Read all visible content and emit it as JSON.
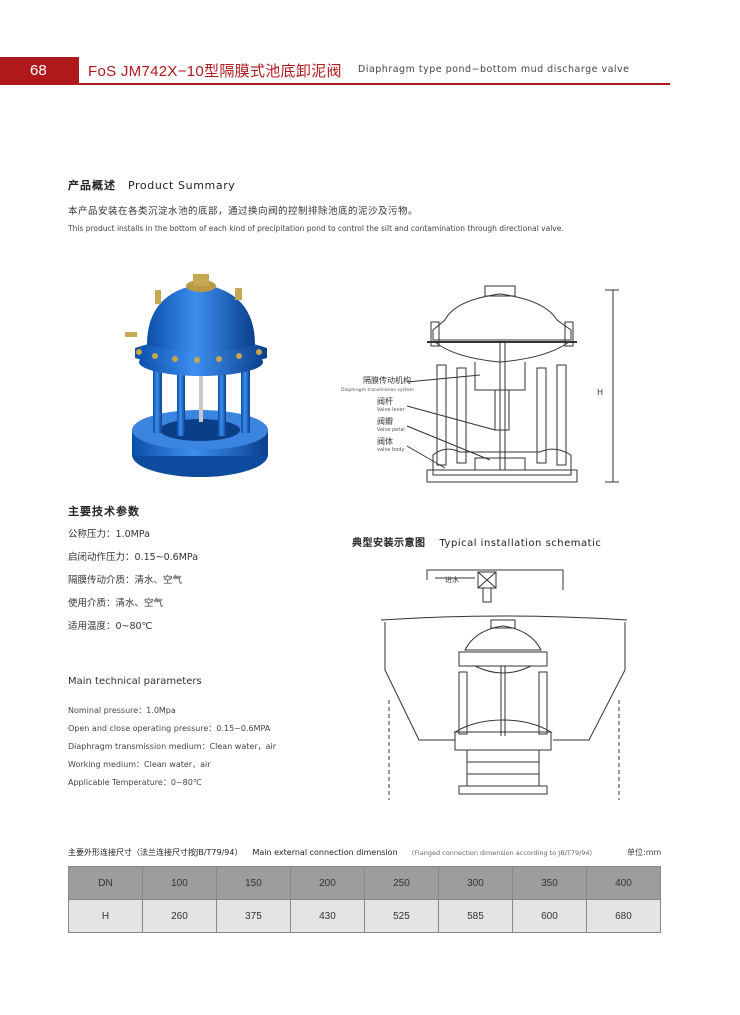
{
  "header": {
    "page_number": "68",
    "title": "FoS JM742X−10型隔膜式池底卸泥阀",
    "subtitle": "Diaphragm type pond−bottom mud discharge valve"
  },
  "summary": {
    "heading_cn": "产品概述",
    "heading_en": "Product Summary",
    "text_cn": "本产品安装在各类沉淀水池的底部，通过换向阀的控制排除池底的泥沙及污物。",
    "text_en": "This product installs in the bottom of each kind of precipitation pond to control the silt and contamination through directional valve."
  },
  "diagram_labels": {
    "diaphragm_cn": "隔膜传动机构",
    "diaphragm_en": "Diaphragm transmission system",
    "lever_cn": "阀杆",
    "lever_en": "Valve lever",
    "petal_cn": "阀瓣",
    "petal_en": "Valve petal",
    "body_cn": "阀体",
    "body_en": "valve body",
    "height": "H"
  },
  "params_cn": {
    "heading": "主要技术参数",
    "items": [
      "公称压力：1.0MPa",
      "启闭动作压力：0.15~0.6MPa",
      "隔膜传动介质：清水、空气",
      "使用介质：清水、空气",
      "适用温度：0~80℃"
    ]
  },
  "params_en": {
    "heading": "Main technical parameters",
    "items": [
      "Nominal pressure：1.0Mpa",
      "Open and close operating pressure：0.15~0.6MPA",
      "Diaphragm transmission medium：Clean water，air",
      "Working medium：Clean water，air",
      "Applicable Temperature：0~80℃"
    ]
  },
  "installation": {
    "heading_cn": "典型安装示意图",
    "heading_en": "Typical installation schematic",
    "inlet_label": "进水"
  },
  "dimensions": {
    "caption_cn": "主要外形连接尺寸（法兰连接尺寸按JB/T79/94）",
    "caption_en": "Main external connection dimension",
    "caption_note": "(Flanged connection dimension according to JB/T79/94)",
    "unit": "单位:mm",
    "rows": [
      {
        "label": "DN",
        "values": [
          "100",
          "150",
          "200",
          "250",
          "300",
          "350",
          "400"
        ]
      },
      {
        "label": "H",
        "values": [
          "260",
          "375",
          "430",
          "525",
          "585",
          "600",
          "680"
        ]
      }
    ]
  }
}
